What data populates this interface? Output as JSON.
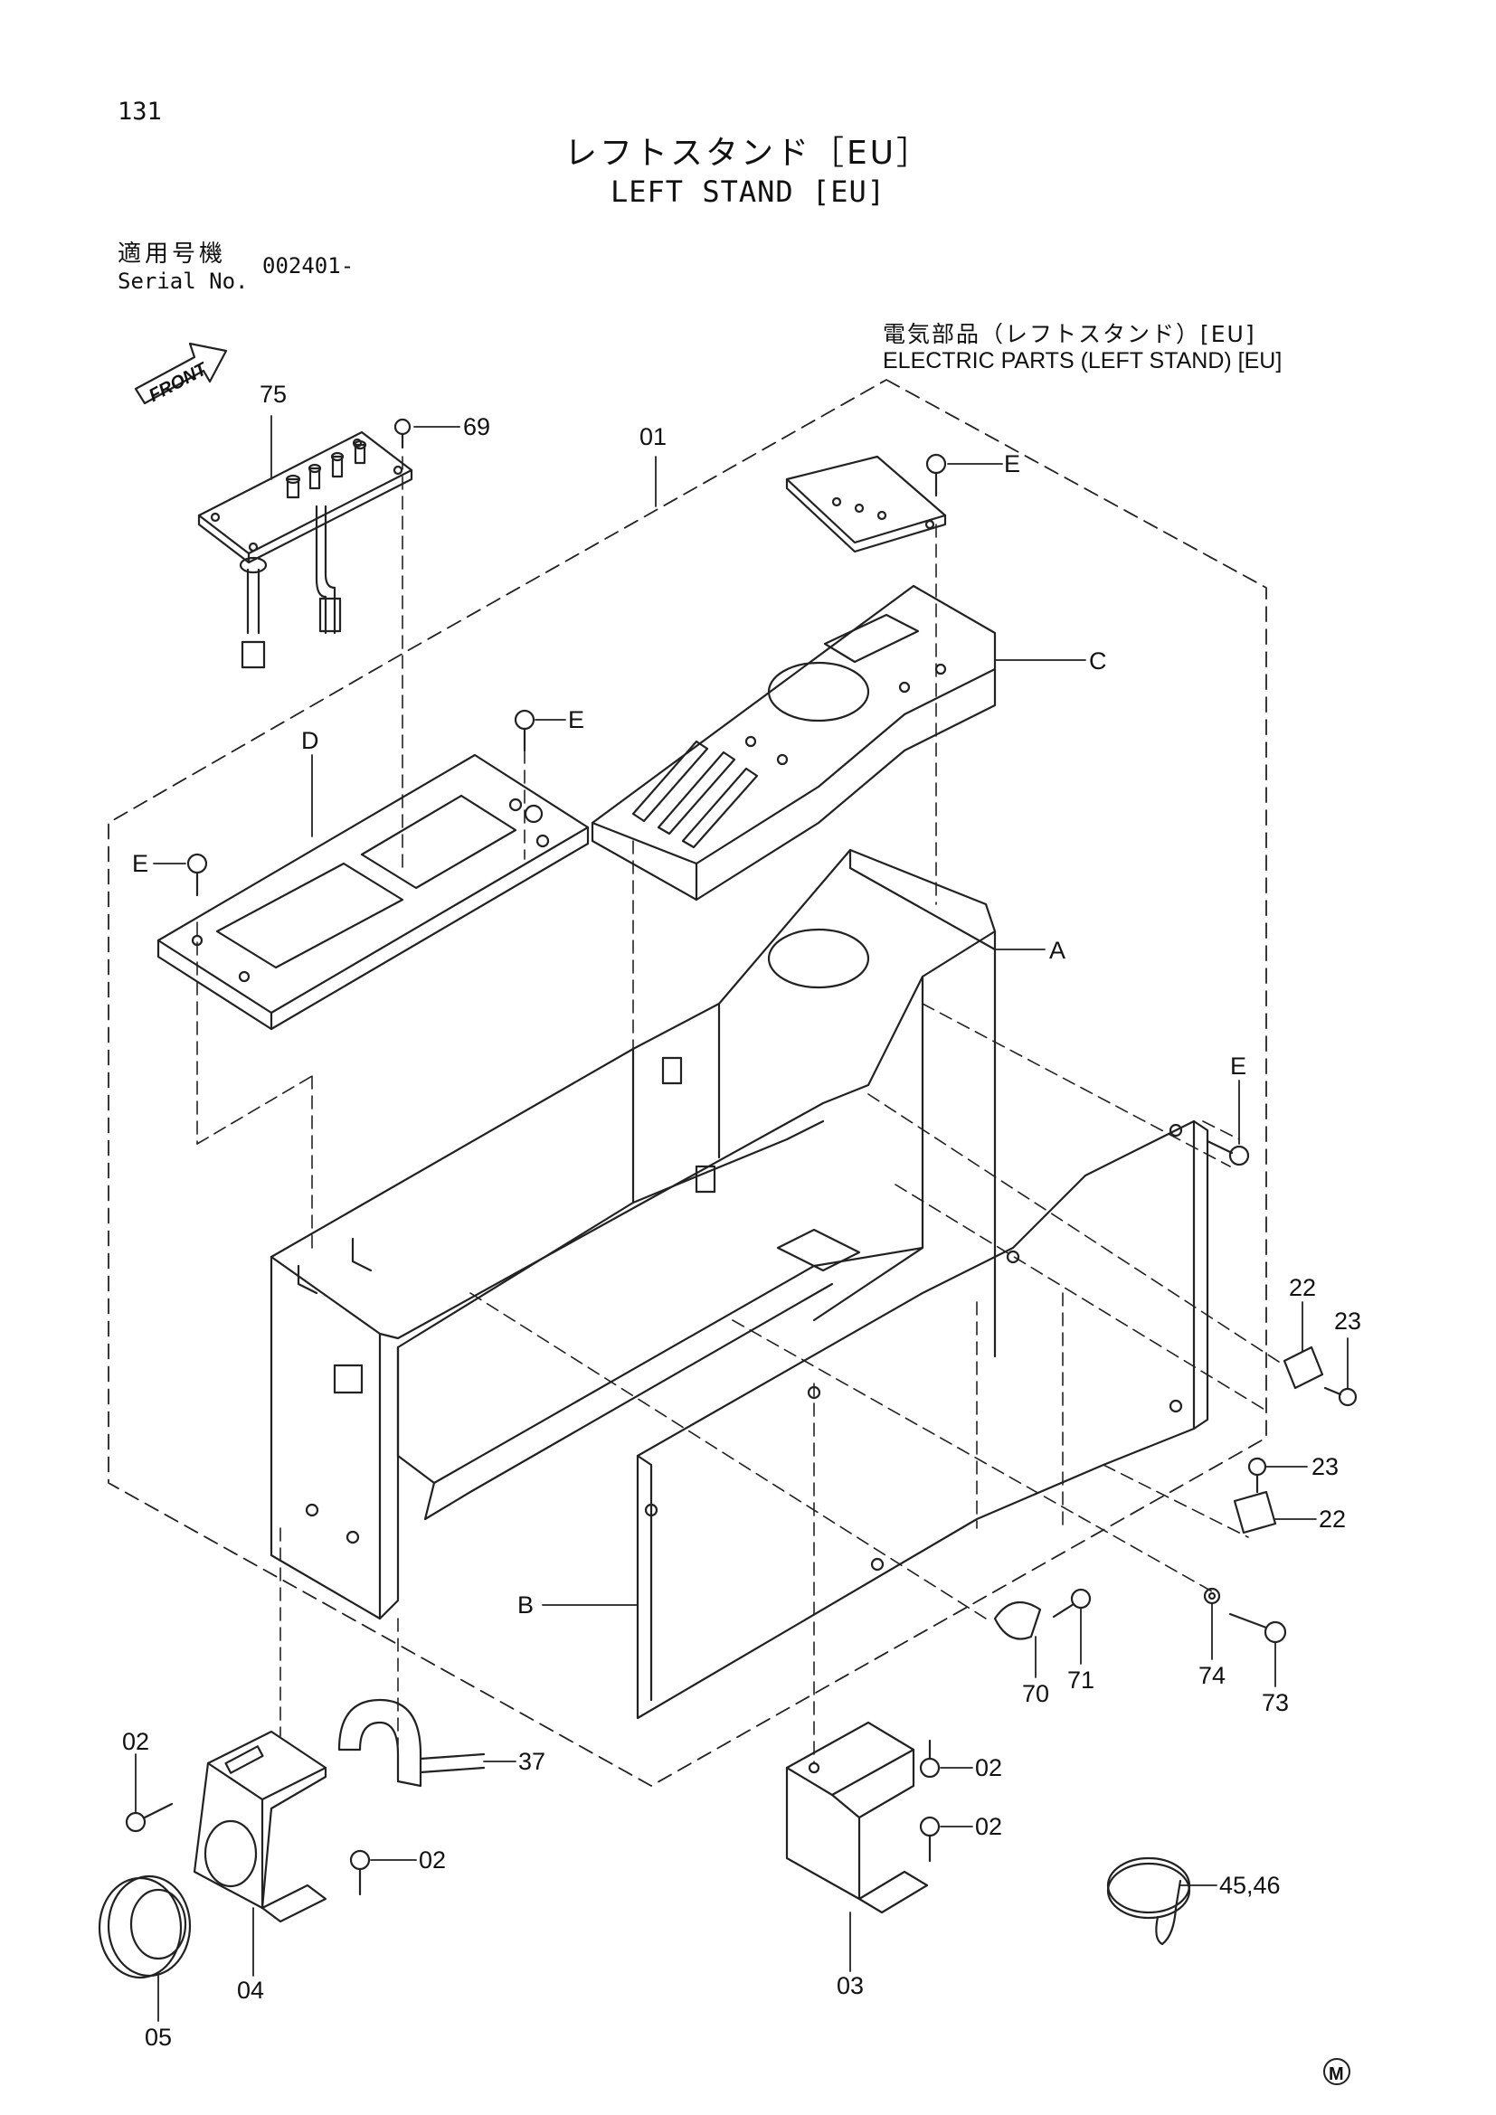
{
  "header": {
    "page_number": "131",
    "title_jp": "レフトスタンド［EU］",
    "title_en": "LEFT STAND [EU]",
    "serial_label_jp": "適用号機",
    "serial_label_en": "Serial No.",
    "serial_value": "002401-"
  },
  "electric_parts": {
    "label_jp": "電気部品（レフトスタンド）[EU]",
    "label_en": "ELECTRIC  PARTS  (LEFT STAND) [EU]"
  },
  "diagram": {
    "front_label": "FRONT",
    "callouts": {
      "c75": "75",
      "c69": "69",
      "c01": "01",
      "cE_top": "E",
      "cC": "C",
      "cE_mid": "E",
      "cD": "D",
      "cE_left": "E",
      "cA": "A",
      "cE_right": "E",
      "c22a": "22",
      "c23a": "23",
      "c23b": "23",
      "c22b": "22",
      "cB": "B",
      "c74": "74",
      "c73": "73",
      "c70": "70",
      "c71": "71",
      "c02_left": "02",
      "c37": "37",
      "c02_mid": "02",
      "c02_r1": "02",
      "c02_r2": "02",
      "c4546": "45,46",
      "c04": "04",
      "c05": "05",
      "c03": "03"
    },
    "mark": "M"
  }
}
